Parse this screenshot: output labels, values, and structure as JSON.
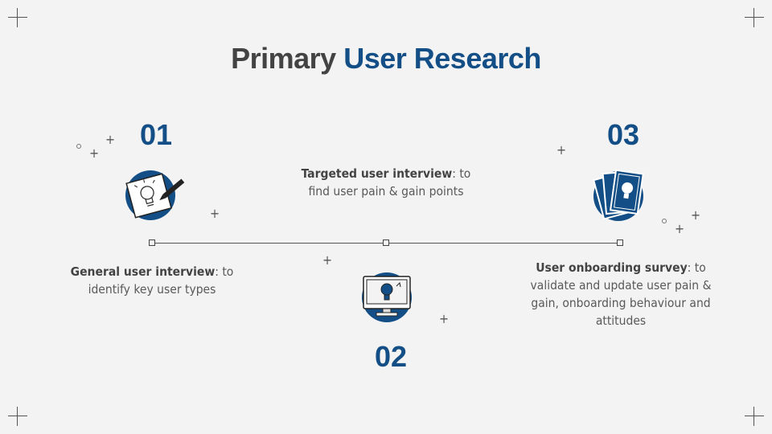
{
  "title": {
    "part1": "Primary",
    "part2": "User Research"
  },
  "steps": [
    {
      "number": "01",
      "label": "General user interview",
      "text": ": to identify key user types"
    },
    {
      "number": "02",
      "label": "Targeted user interview",
      "text": ": to find user pain & gain points"
    },
    {
      "number": "03",
      "label": "User onboarding survey",
      "text": ": to validate and update user pain & gain, onboarding behaviour and attitudes"
    }
  ],
  "colors": {
    "accent": "#134f86",
    "text": "#434343",
    "background": "#f3f3f3"
  },
  "icons": [
    "lightbulb-sketch-icon",
    "monitor-lightbulb-icon",
    "cards-lightbulb-icon"
  ]
}
